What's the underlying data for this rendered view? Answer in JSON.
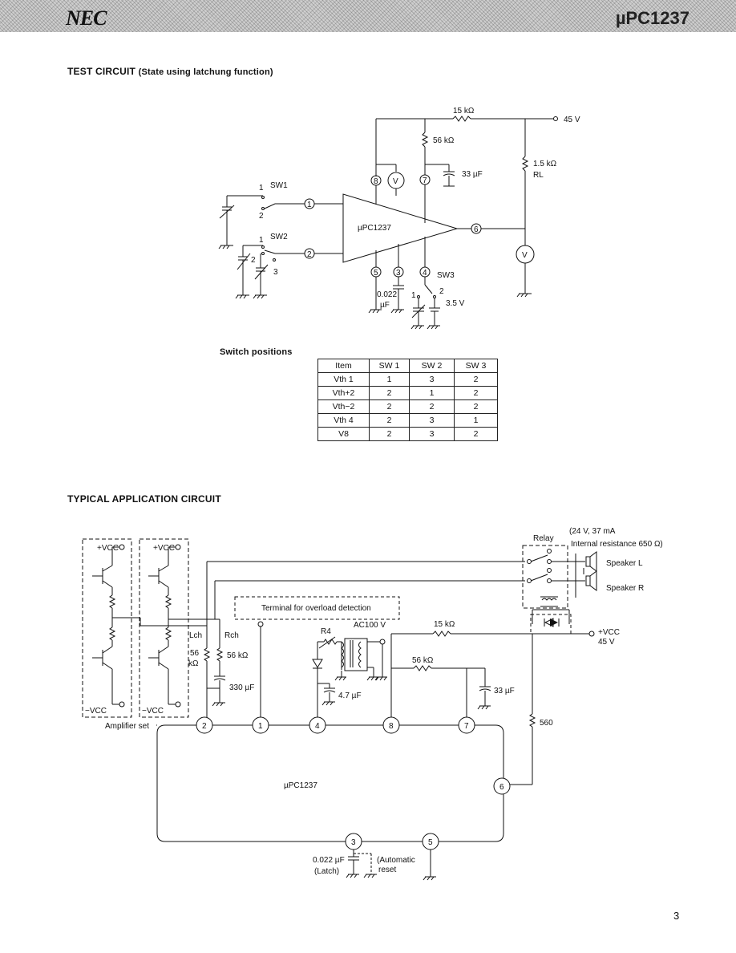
{
  "header": {
    "logo": "NEC",
    "part_number": "µPC1237"
  },
  "test_circuit": {
    "title": "TEST CIRCUIT",
    "subtitle": "(State using latchung function)",
    "labels": {
      "r15k": "15 kΩ",
      "v45": "45 V",
      "r56k": "56 kΩ",
      "c33": "33 µF",
      "r15": "1.5 kΩ",
      "rl": "RL",
      "sw1": "SW1",
      "sw2": "SW2",
      "sw3": "SW3",
      "ic": "µPC1237",
      "c022": "0.022",
      "uf": "µF",
      "v35": "3.5 V",
      "meter": "V",
      "p1": "1",
      "p2": "2",
      "p3": "3",
      "p4": "4",
      "p5": "5",
      "p6": "6",
      "p7": "7",
      "p8": "8",
      "pos1": "1",
      "pos2": "2",
      "pos3": "3"
    }
  },
  "switch_positions": {
    "title": "Switch positions",
    "columns": [
      "Item",
      "SW 1",
      "SW 2",
      "SW 3"
    ],
    "rows": [
      [
        "Vth 1",
        "1",
        "3",
        "2"
      ],
      [
        "Vth+2",
        "2",
        "1",
        "2"
      ],
      [
        "Vth−2",
        "2",
        "2",
        "2"
      ],
      [
        "Vth 4",
        "2",
        "3",
        "1"
      ],
      [
        "V8",
        "2",
        "3",
        "2"
      ]
    ]
  },
  "application_circuit": {
    "title": "TYPICAL APPLICATION CIRCUIT",
    "labels": {
      "vcc_pos1": "+VCC",
      "vcc_pos2": "+VCC",
      "vcc_neg1": "−VCC",
      "vcc_neg2": "−VCC",
      "amp_set": "Amplifier set",
      "lch": "Lch",
      "rch": "Rch",
      "r56a": "56",
      "r56a_unit": "kΩ",
      "r56b": "56 kΩ",
      "c330": "330 µF",
      "overload": "Terminal for overload detection",
      "r4": "R4",
      "ac100": "AC100 V",
      "c47": "4.7 µF",
      "r15k": "15 kΩ",
      "r56k": "56 kΩ",
      "c33": "33 µF",
      "relay": "Relay",
      "relay_spec1": "(24 V, 37 mA",
      "relay_spec2": "Internal resistance 650 Ω)",
      "spk_l": "Speaker L",
      "spk_r": "Speaker R",
      "vcc_out": "+VCC",
      "v45": "45 V",
      "r560": "560",
      "ic": "µPC1237",
      "c0022": "0.022 µF",
      "latch": "(Latch)",
      "auto1": "(Automatic",
      "auto2": "reset",
      "p1": "1",
      "p2": "2",
      "p3": "3",
      "p4": "4",
      "p5": "5",
      "p6": "6",
      "p7": "7",
      "p8": "8"
    }
  },
  "page_number": "3"
}
